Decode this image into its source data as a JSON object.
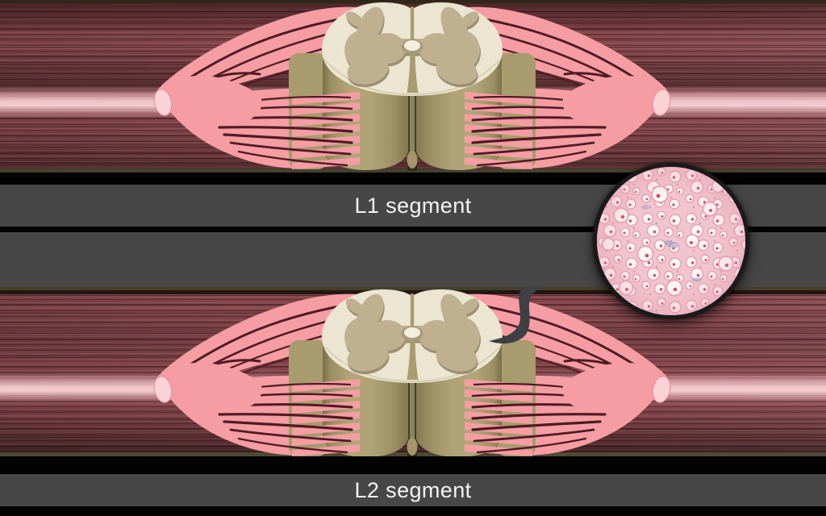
{
  "labels": {
    "segment1": "L1 segment",
    "segment2": "L2 segment"
  },
  "icons": {
    "pointer": "curved-hook-arrow",
    "inset": "histology-micrograph-circle"
  },
  "colors": {
    "band_background": "#474747",
    "band_separator": "#030303",
    "label_text": "#F3F3F3",
    "background_maroon": "#82454A",
    "blur_streak_pink": "#F8CDD1",
    "nerve_pink": "#F59DA3",
    "nerve_cut_face": "#FBD2D6",
    "nerve_shadow_line": "#4F1B24",
    "cord_face_cream": "#EBE5D2",
    "gray_matter_tan": "#BFB190",
    "gray_matter_shadow": "#9C8F72",
    "cylinder_tan": "#AC9F72",
    "arrow_gray": "#3E4043",
    "histology_pink": "#F1C5CF"
  }
}
